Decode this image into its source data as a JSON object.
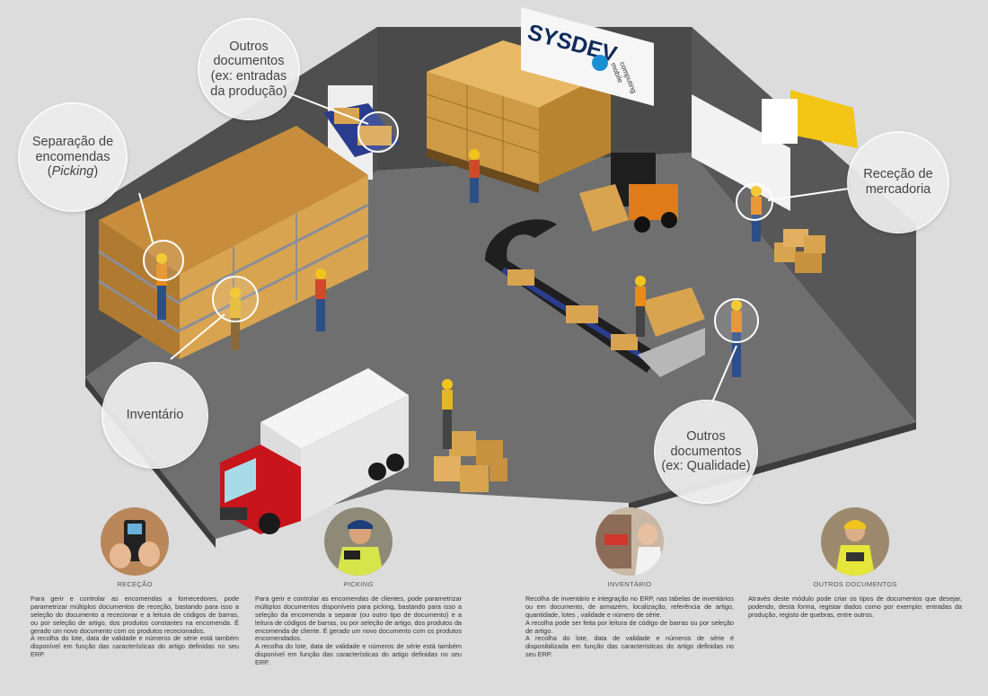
{
  "brand": {
    "name": "SYSDEV",
    "tagline_line1": "mobile",
    "tagline_line2": "computing"
  },
  "callouts": {
    "picking": {
      "line1": "Separação de",
      "line2": "encomendas",
      "line3": "Picking"
    },
    "outros_producao": {
      "line1": "Outros",
      "line2": "documentos",
      "line3": "(ex: entradas",
      "line4": "da produção)"
    },
    "rececao": {
      "line1": "Receção de",
      "line2": "mercadoria"
    },
    "inventario": {
      "line1": "Inventário"
    },
    "outros_qualidade": {
      "line1": "Outros",
      "line2": "documentos",
      "line3": "(ex: Qualidade)"
    }
  },
  "info": {
    "rececao": {
      "title": "RECEÇÃO",
      "text": "Para gerir e controlar as encomendas a fornecedores, pode parametrizar múltiplos documentos de receção, bastando para isso a seleção do documento a rececionar e a leitura de códigos de barras, ou por seleção de artigo, dos produtos constantes na encomenda. É gerado um novo documento com os produtos rececionados.\nA recolha do lote, data de validade e números de série está também disponível em função das características do artigo definidas no seu ERP."
    },
    "picking": {
      "title": "PICKING",
      "text": "Para gerir e controlar as encomendas de clientes, pode parametrizar múltiplos documentos disponíveis para picking, bastando para isso a seleção da encomenda a separar (ou outro tipo de documento) e a leitura de códigos de barras, ou por seleção de artigo, dos produtos da encomenda de cliente. É gerado um novo documento com os produtos encomendados.\nA recolha do lote, data de validade e números de série está também disponível em função das características do artigo definidas no seu ERP."
    },
    "inventario": {
      "title": "INVENTÁRIO",
      "text": "Recolha de inventário e integração no ERP, nas tabelas de inventários ou em documento, de armazém, localização, referência de artigo, quantidade, lotes , validade e número de série.\nA recolha pode ser feita por leitura de código de barras ou por seleção de artigo.\nA recolha do lote, data de validade e números de série é disponibilizada em função das características do artigo definidas no seu ERP."
    },
    "outros": {
      "title": "OUTROS DOCUMENTOS",
      "text": "Através deste módulo pode criar os tipos de documentos que desejar, podendo, desta forma, registar dados como por exemplo: entradas da produção, registo de quebras, entre outros."
    }
  },
  "colors": {
    "floor": "#6b6b6b",
    "wall": "#4d4d4d",
    "box": "#d9a44f",
    "truck_red": "#c8141b",
    "forklift": "#222222",
    "forklift_accent": "#e07b1a",
    "conveyor": "#2b3d8f",
    "brand_blue": "#1a8fd1"
  }
}
